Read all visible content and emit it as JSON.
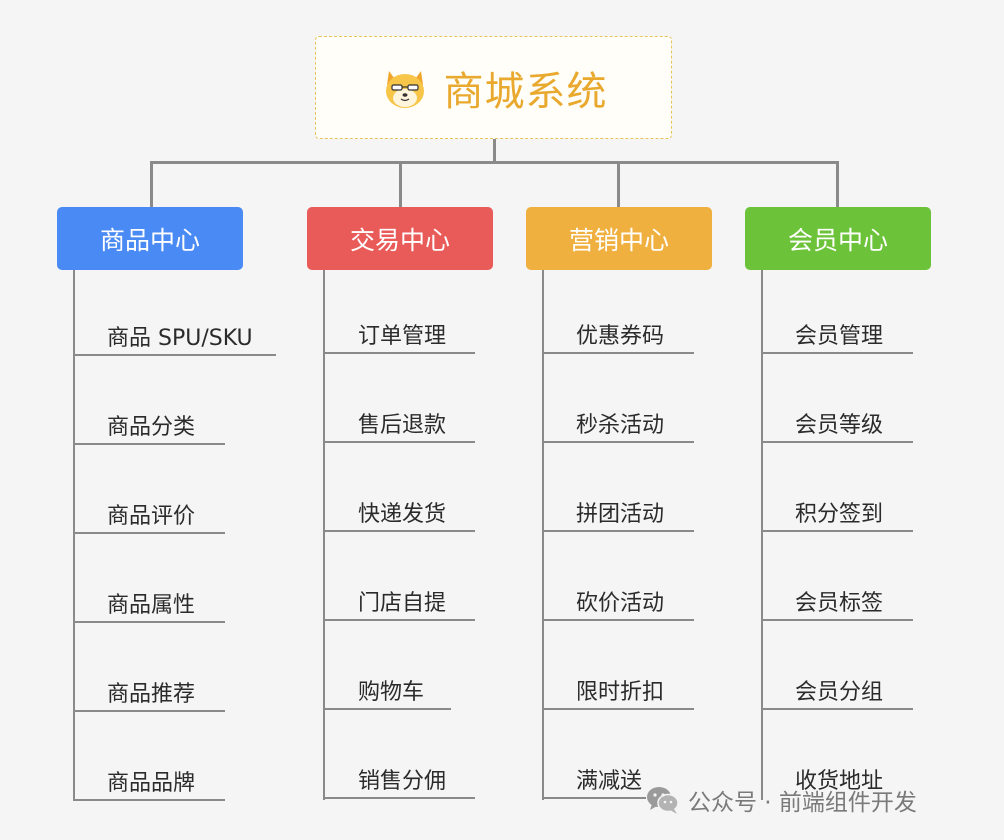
{
  "root": {
    "title": "商城系统",
    "icon": "shiba-mascot-icon"
  },
  "colors": {
    "line": "#8a8a8a",
    "root_text": "#e8a92e",
    "root_border": "#e8c35a"
  },
  "categories": [
    {
      "label": "商品中心",
      "color": "#4a8af4",
      "items": [
        "商品 SPU/SKU",
        "商品分类",
        "商品评价",
        "商品属性",
        "商品推荐",
        "商品品牌"
      ]
    },
    {
      "label": "交易中心",
      "color": "#e95b58",
      "items": [
        "订单管理",
        "售后退款",
        "快递发货",
        "门店自提",
        "购物车",
        "销售分佣"
      ]
    },
    {
      "label": "营销中心",
      "color": "#f0b03f",
      "items": [
        "优惠券码",
        "秒杀活动",
        "拼团活动",
        "砍价活动",
        "限时折扣",
        "满减送"
      ]
    },
    {
      "label": "会员中心",
      "color": "#6cc339",
      "items": [
        "会员管理",
        "会员等级",
        "积分签到",
        "会员标签",
        "会员分组",
        "收货地址"
      ]
    }
  ],
  "watermark": {
    "text": "公众号 · 前端组件开发",
    "icon": "wechat-icon"
  }
}
